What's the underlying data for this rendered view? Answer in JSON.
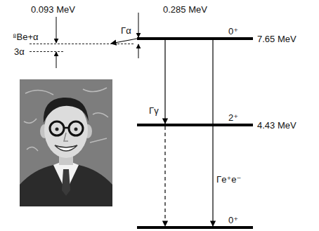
{
  "diagram": {
    "nodes": [
      {
        "text": [
          "⁸Be+α"
        ]
      },
      {
        "text": [
          "3α"
        ]
      },
      {
        "text": [
          "0⁺",
          "7.65 MeV"
        ]
      },
      {
        "text": [
          "2⁺",
          "4.43 MeV"
        ]
      },
      {
        "text": [
          "0⁺"
        ]
      }
    ],
    "edges": [
      {
        "from": 2,
        "to": 0,
        "label": "Γα",
        "arrow": "to"
      },
      {
        "from": 2,
        "to": 3,
        "label": "Γγ",
        "arrow": "to"
      },
      {
        "from": 3,
        "to": 4,
        "arrow": "to"
      },
      {
        "from": 2,
        "to": 4,
        "label": "Γe⁺e⁻",
        "arrow": "to"
      }
    ],
    "labels": [
      "0.093 MeV",
      "0.285 MeV"
    ]
  }
}
